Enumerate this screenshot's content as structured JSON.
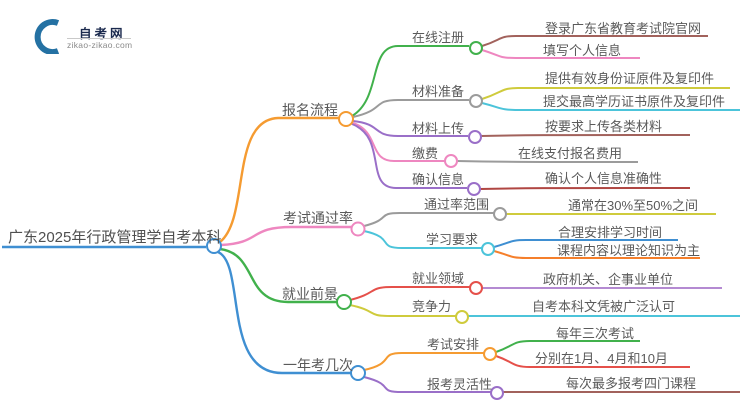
{
  "logo": {
    "title": "自考网",
    "subtitle": "zikao-zikao.com"
  },
  "palette": {
    "blue": "#3f8fd2",
    "orange": "#f59b31",
    "deep_orange": "#f57f2b",
    "pink": "#ee87c0",
    "green": "#41b14c",
    "gray": "#9b9b9b",
    "purple": "#9a6fc8",
    "lilac": "#b48ad2",
    "maroon": "#a2625c",
    "dark_red": "#b04642",
    "red": "#e5504a",
    "yellow": "#cfcb3c",
    "cyan": "#4cc4da",
    "text": "#5a5a5a"
  },
  "map": {
    "root": "广东2025年行政管理学自考本科",
    "branches": [
      {
        "label": "报名流程",
        "children": [
          {
            "label": "在线注册",
            "leaves": [
              "登录广东省教育考试院官网",
              "填写个人信息"
            ]
          },
          {
            "label": "材料准备",
            "leaves": [
              "提供有效身份证原件及复印件",
              "提交最高学历证书原件及复印件"
            ]
          },
          {
            "label": "材料上传",
            "leaves": [
              "按要求上传各类材料"
            ]
          },
          {
            "label": "缴费",
            "leaves": [
              "在线支付报名费用"
            ]
          },
          {
            "label": "确认信息",
            "leaves": [
              "确认个人信息准确性"
            ]
          }
        ]
      },
      {
        "label": "考试通过率",
        "children": [
          {
            "label": "通过率范围",
            "leaves": [
              "通常在30%至50%之间"
            ]
          },
          {
            "label": "学习要求",
            "leaves": [
              "合理安排学习时间",
              "课程内容以理论知识为主"
            ]
          }
        ]
      },
      {
        "label": "就业前景",
        "children": [
          {
            "label": "就业领域",
            "leaves": [
              "政府机关、企事业单位"
            ]
          },
          {
            "label": "竞争力",
            "leaves": [
              "自考本科文凭被广泛认可"
            ]
          }
        ]
      },
      {
        "label": "一年考几次",
        "children": [
          {
            "label": "考试安排",
            "leaves": [
              "每年三次考试",
              "分别在1月、4月和10月"
            ]
          },
          {
            "label": "报考灵活性",
            "leaves": [
              "每次最多报考四门课程"
            ]
          }
        ]
      }
    ]
  }
}
